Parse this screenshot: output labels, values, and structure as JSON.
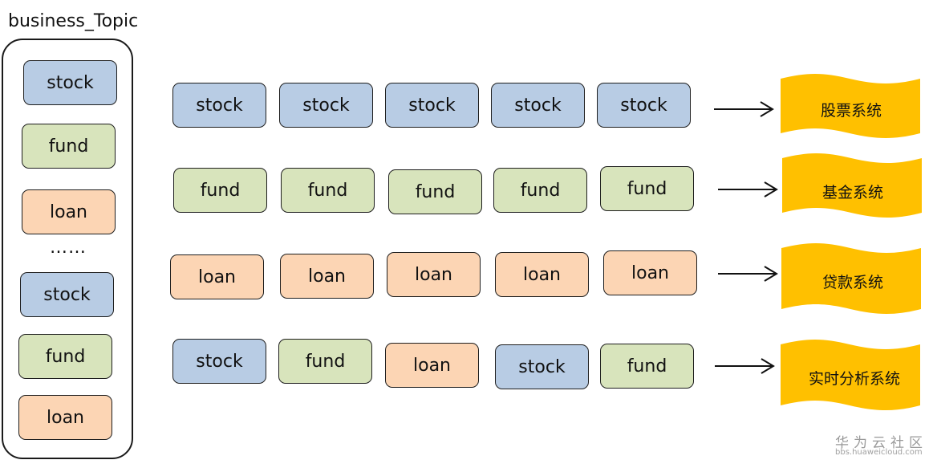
{
  "topic": {
    "title": "business_Topic",
    "items": [
      "stock",
      "fund",
      "loan",
      "stock",
      "fund",
      "loan"
    ],
    "ellipsis": "……"
  },
  "rows": [
    {
      "messages": [
        "stock",
        "stock",
        "stock",
        "stock",
        "stock"
      ],
      "system": "股票系统"
    },
    {
      "messages": [
        "fund",
        "fund",
        "fund",
        "fund",
        "fund"
      ],
      "system": "基金系统"
    },
    {
      "messages": [
        "loan",
        "loan",
        "loan",
        "loan",
        "loan"
      ],
      "system": "贷款系统"
    },
    {
      "messages": [
        "stock",
        "fund",
        "loan",
        "stock",
        "fund"
      ],
      "system": "实时分析系统"
    }
  ],
  "colors": {
    "stock": "#b8cce4",
    "fund": "#d8e4bc",
    "loan": "#fcd5b4",
    "system": "#ffc000"
  },
  "watermark": {
    "name": "华为云社区",
    "url": "bbs.huaweicloud.com"
  }
}
